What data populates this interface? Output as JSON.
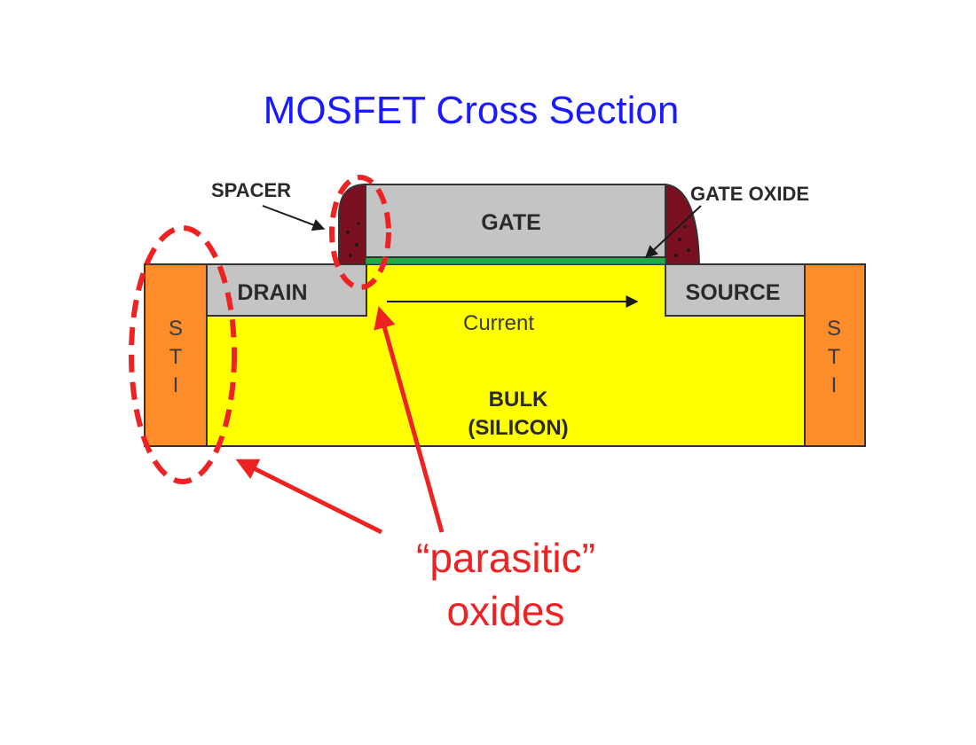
{
  "title": "MOSFET Cross Section",
  "labels": {
    "spacer": "SPACER",
    "gate": "GATE",
    "gate_oxide": "GATE OXIDE",
    "drain": "DRAIN",
    "source": "SOURCE",
    "current": "Current",
    "bulk_line1": "BULK",
    "bulk_line2": "(SILICON)",
    "sti_letters": [
      "S",
      "T",
      "I"
    ]
  },
  "annotation": {
    "line1": "“parasitic”",
    "line2": "oxides"
  },
  "colors": {
    "title": "#1a1aff",
    "bulk": "#ffff00",
    "sti": "#ff8c2a",
    "gate": "#c4c4c4",
    "drain_source": "#c4c4c4",
    "spacer": "#7a1020",
    "gate_oxide_layer": "#22aa44",
    "annotation": "#ee2222"
  }
}
